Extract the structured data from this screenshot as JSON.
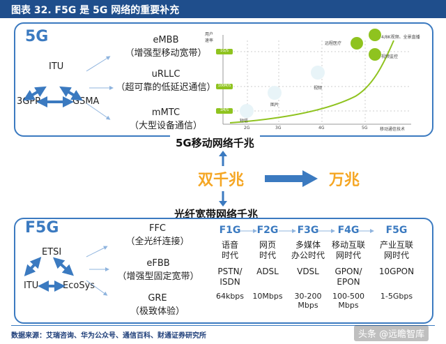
{
  "title": "图表 32. F5G 是 5G 网络的重要补充",
  "fiveG": {
    "tag": "5G",
    "orgs": {
      "itu": "ITU",
      "threegpp": "3GPP",
      "gsma": "GSMA"
    },
    "scenarios": [
      {
        "name": "eMBB",
        "desc": "（增强型移动宽带）"
      },
      {
        "name": "uRLLC",
        "desc": "（超可靠的低延迟通信）"
      },
      {
        "name": "mMTC",
        "desc": "（大型设备通信）"
      }
    ],
    "chart": {
      "ylabel": "用户\n速率",
      "xlabel": "移动通信技术",
      "speeds": [
        "1G/S",
        "100M/S",
        "1M/S"
      ],
      "gens": [
        "2G",
        "3G",
        "4G",
        "5G"
      ],
      "apps": {
        "sms": "短信",
        "image": "图片",
        "video": "视频",
        "remote_medical": "远程医疗",
        "live": "4/8K视频、全景直播",
        "monitor": "视频监控"
      }
    }
  },
  "middle": {
    "top_label": "5G移动网络千兆",
    "dual": "双千兆",
    "wan": "万兆",
    "bottom_label": "光纤宽带网络千兆"
  },
  "f5g": {
    "tag": "F5G",
    "orgs": {
      "etsi": "ETSI",
      "itu": "ITU",
      "ecosys": "EcoSys"
    },
    "features": [
      {
        "name": "FFC",
        "desc": "（全光纤连接）"
      },
      {
        "name": "eFBB",
        "desc": "（增强型固定宽带）"
      },
      {
        "name": "GRE",
        "desc": "（极致体验）"
      }
    ],
    "generations": [
      {
        "gen": "F1G",
        "era": "语音\n时代",
        "tech": "PSTN/\nISDN",
        "speed": "64kbps"
      },
      {
        "gen": "F2G",
        "era": "网页\n时代",
        "tech": "ADSL",
        "speed": "10Mbps"
      },
      {
        "gen": "F3G",
        "era": "多媒体\n办公时代",
        "tech": "VDSL",
        "speed": "30-200\nMbps"
      },
      {
        "gen": "F4G",
        "era": "移动互联\n网时代",
        "tech": "GPON/\nEPON",
        "speed": "100-500\nMbps"
      },
      {
        "gen": "F5G",
        "era": "产业互联\n网时代",
        "tech": "10GPON",
        "speed": "1-5Gbps"
      }
    ]
  },
  "footer": {
    "source": "数据来源：艾瑞咨询、华为公众号、通信百科、财通证券研究所",
    "watermark": "头条 @远瞻智库"
  },
  "colors": {
    "accent": "#3b7ac0",
    "title_bg": "#1f4e8c",
    "orange": "#f5a623",
    "green": "#8fc31f"
  }
}
